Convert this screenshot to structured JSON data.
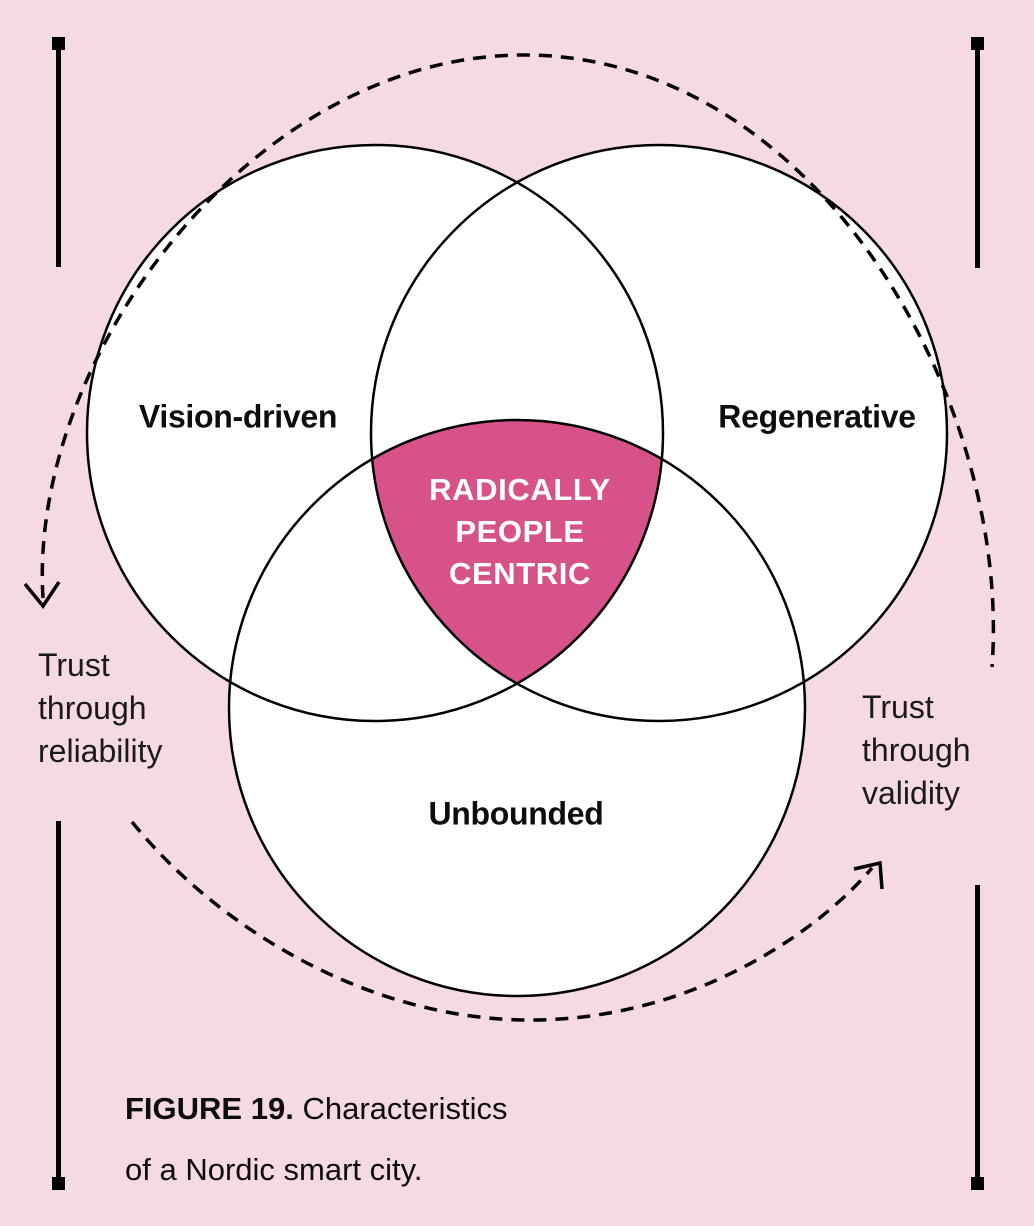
{
  "colors": {
    "background": "#f5d9e5",
    "circle_fill": "#ffffff",
    "center_fill": "#d65288",
    "line": "#000000"
  },
  "venn": {
    "circles": [
      {
        "label": "Vision-driven"
      },
      {
        "label": "Regenerative"
      },
      {
        "label": "Unbounded"
      }
    ],
    "center": {
      "lines": [
        "RADICALLY",
        "PEOPLE",
        "CENTRIC"
      ]
    }
  },
  "annotations": {
    "left": {
      "lines": [
        "Trust",
        "through",
        "reliability"
      ]
    },
    "right": {
      "lines": [
        "Trust",
        "through",
        "validity"
      ]
    }
  },
  "caption": {
    "label": "FIGURE 19.",
    "line1_rest": "Characteristics",
    "line2": "of a Nordic smart city."
  }
}
